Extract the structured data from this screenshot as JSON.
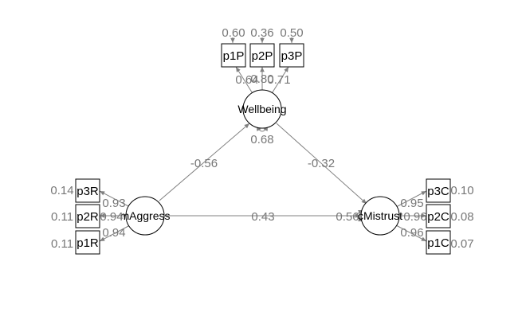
{
  "colors": {
    "edge": "#808080",
    "label": "#777777",
    "node_stroke": "#000000",
    "node_fill": "#ffffff",
    "background": "#ffffff"
  },
  "latents": {
    "wellbeing": {
      "label": "Wellbeing"
    },
    "maggress": {
      "label": "mAggress"
    },
    "cmistrust": {
      "label": "cMistrust"
    }
  },
  "indicators": {
    "p1P": {
      "label": "p1P",
      "residual": "0.60",
      "loading": "0.64"
    },
    "p2P": {
      "label": "p2P",
      "residual": "0.36",
      "loading": "0.80"
    },
    "p3P": {
      "label": "p3P",
      "residual": "0.50",
      "loading": "0.71"
    },
    "p3R": {
      "label": "p3R",
      "residual": "0.14",
      "loading": "0.93"
    },
    "p2R": {
      "label": "p2R",
      "residual": "0.11",
      "loading": "0.94"
    },
    "p1R": {
      "label": "p1R",
      "residual": "0.11",
      "loading": "0.94"
    },
    "p3C": {
      "label": "p3C",
      "residual": "0.10",
      "loading": "0.95"
    },
    "p2C": {
      "label": "p2C",
      "residual": "0.08",
      "loading": "0.96"
    },
    "p1C": {
      "label": "p1C",
      "residual": "0.07",
      "loading": "0.96"
    }
  },
  "latent_variances": {
    "wellbeing": "0.68",
    "cmistrust": "0.56"
  },
  "paths": {
    "maggress_to_wellbeing": "-0.56",
    "wellbeing_to_cmistrust": "-0.32",
    "maggress_to_cmistrust": "0.43"
  }
}
